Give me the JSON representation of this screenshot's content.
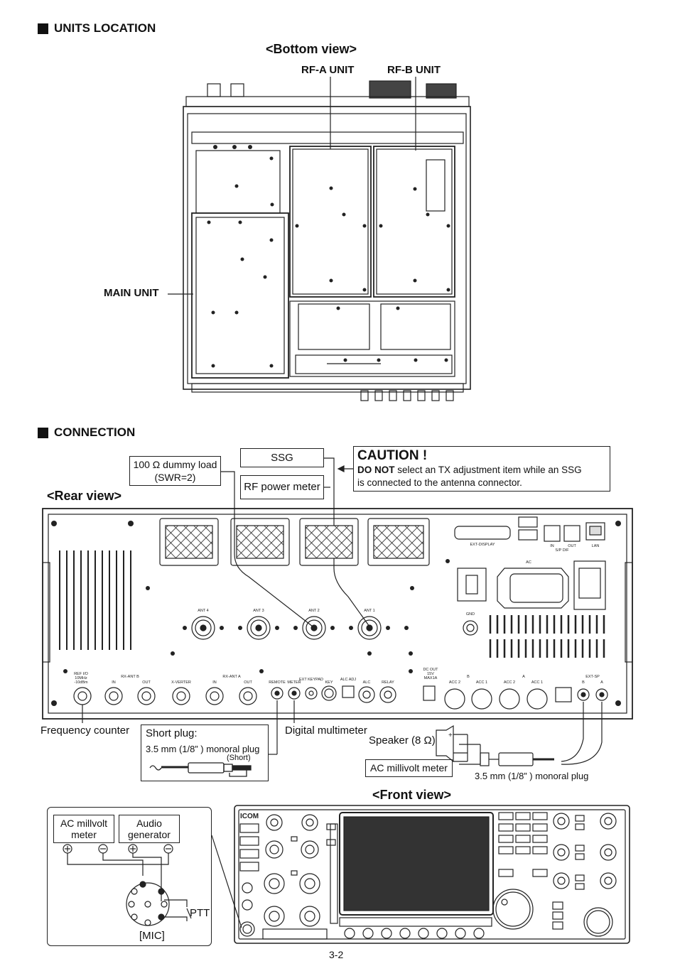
{
  "sections": {
    "units_location": "UNITS LOCATION",
    "connection": "CONNECTION"
  },
  "bottom_view": {
    "title": "<Bottom view>",
    "rf_a": "RF-A UNIT",
    "rf_b": "RF-B UNIT",
    "main": "MAIN UNIT"
  },
  "rear_view": {
    "title": "<Rear view>",
    "dummy_load_line1": "100 Ω dummy load",
    "dummy_load_line2": "(SWR=2)",
    "ssg": "SSG",
    "rf_power_meter": "RF power meter",
    "caution_title": "CAUTION !",
    "caution_bold": "DO NOT",
    "caution_text1": " select an TX adjustment item while an SSG",
    "caution_text2": "is connected to the antenna connector.",
    "freq_counter": "Frequency counter",
    "short_plug_title": "Short plug:",
    "short_plug_desc": "3.5 mm (1/8” ) monoral plug",
    "short_label": "(Short)",
    "digital_multimeter": "Digital multimeter",
    "speaker": "Speaker (8 Ω)",
    "ac_millivolt_meter": "AC millivolt meter",
    "mono_plug": "3.5 mm (1/8” ) monoral plug",
    "panel_labels": {
      "ext_display": "EXT-DISPLAY",
      "in": "IN",
      "out": "OUT",
      "spdif": "S/P DIF",
      "lan": "LAN",
      "ac": "AC",
      "gnd": "GND",
      "ant4": "ANT 4",
      "ant3": "ANT 3",
      "ant2": "ANT 2",
      "ant1": "ANT 1",
      "ref_io": "REF I/O",
      "ref_mhz": "10MHz",
      "ref_dbm": "-10dBm",
      "rx_ant_b": "RX-ANT B",
      "rx_ant_a": "RX-ANT A",
      "x_verter": "X-VERTER",
      "remote": "REMOTE",
      "meter": "METER",
      "ext_keypad": "EXT KEYPAD",
      "key": "KEY",
      "alc_adj": "ALC ADJ",
      "alc": "ALC",
      "relay": "RELAY",
      "dc_out": "DC OUT",
      "dc_v": "15V",
      "dc_a": "MAX1A",
      "acc2": "ACC 2",
      "acc1": "ACC 1",
      "b": "B",
      "a": "A",
      "ext_sp": "EXT-SP"
    }
  },
  "front_view": {
    "title": "<Front view>",
    "ac_millivolt": "AC millvolt meter",
    "audio_generator": "Audio generator",
    "ptt": "PTT",
    "mic": "[MIC]",
    "brand": "ICOM"
  },
  "page_number": "3-2"
}
